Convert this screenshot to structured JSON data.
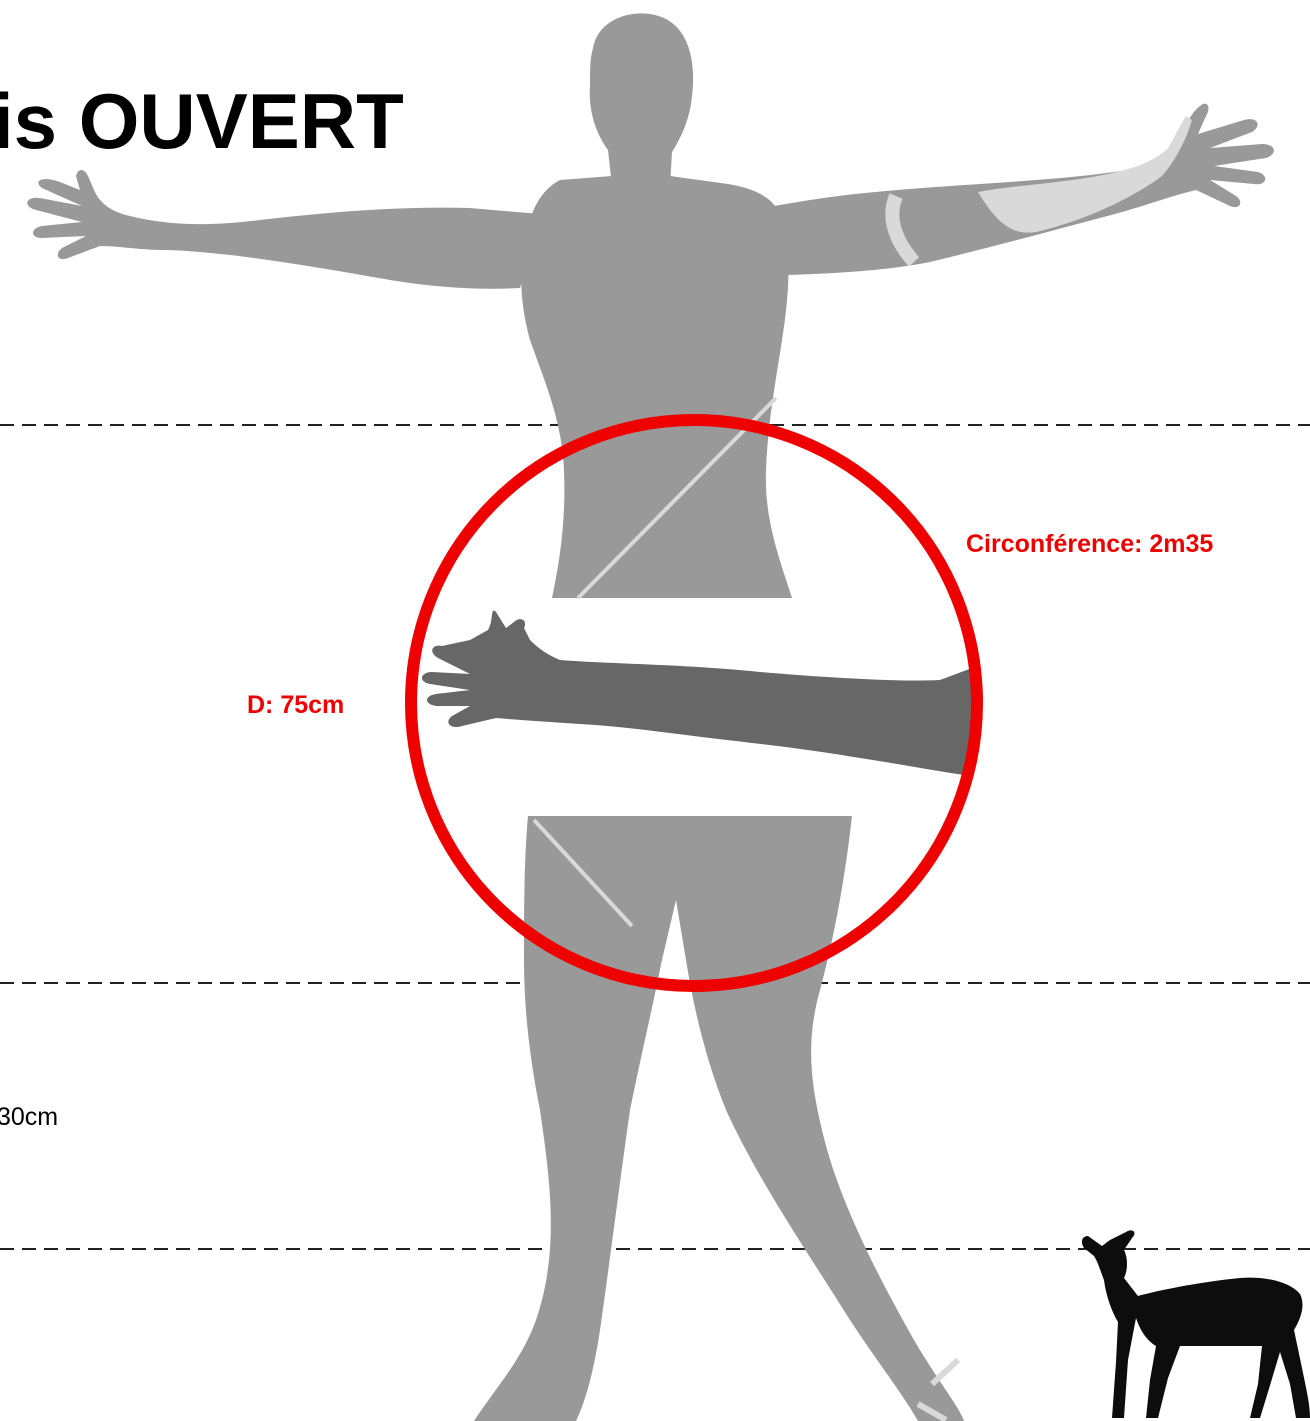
{
  "title": "is OUVERT",
  "labels": {
    "circumference": "Circonférence: 2m35",
    "diameter": "D: 75cm",
    "height": "30cm"
  },
  "colors": {
    "silhouette": "#999999",
    "silhouette_light": "#a6a6a6",
    "arm_dark": "#676767",
    "stripe": "#d9d9d9",
    "circle": "#ee0000",
    "dashed_line": "#222222",
    "deer": "#0d0d0d"
  },
  "icons": [
    "human-silhouette-icon",
    "arm-icon",
    "deer-icon"
  ]
}
